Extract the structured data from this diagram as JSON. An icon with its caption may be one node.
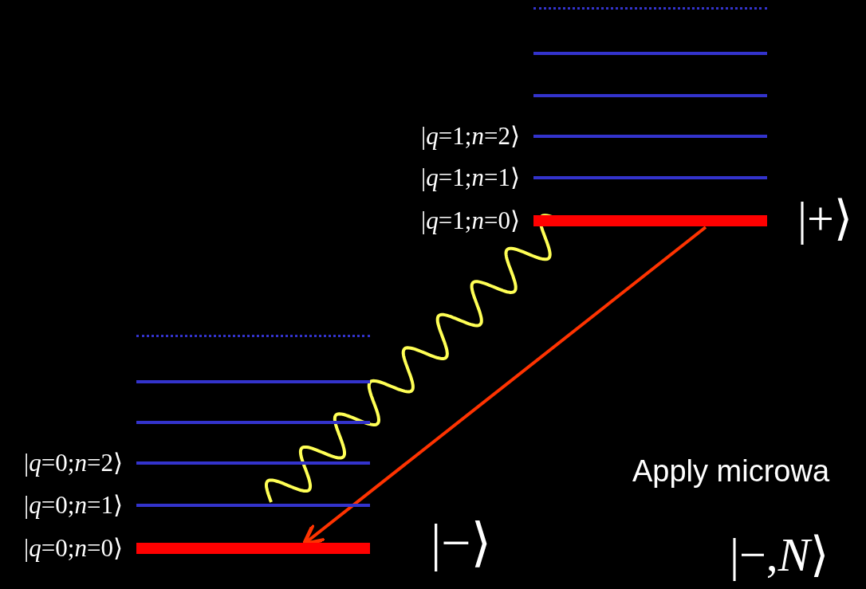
{
  "diagram": {
    "nodes": [
      {
        "text": [],
        "shape": "bar"
      },
      {
        "text": [],
        "shape": "bar"
      },
      {
        "text": [],
        "shape": "bar"
      },
      {
        "text": [
          "|*q*=1;*n*=2⟩"
        ]
      },
      {
        "text": [
          "|*q*=1;*n*=1⟩"
        ]
      },
      {
        "text": [
          "|*q*=1;*n*=0⟩"
        ]
      },
      {
        "text": [],
        "shape": "bar"
      },
      {
        "text": [],
        "shape": "bar"
      },
      {
        "text": [],
        "shape": "bar"
      },
      {
        "text": [
          "|*q*=0;*n*=2⟩"
        ]
      },
      {
        "text": [
          "|*q*=0;*n*=1⟩"
        ]
      },
      {
        "text": [
          "|*q*=0;*n*=0⟩"
        ]
      }
    ],
    "edges": [
      {
        "from": 5,
        "to": 10,
        "arrow": "none",
        "color": "#ffff55"
      },
      {
        "from": 5,
        "to": 11,
        "arrow": "to",
        "color": "#ff3300"
      }
    ],
    "labels": [
      "|+⟩",
      "Apply microwa",
      "|−⟩",
      "|−,*N*⟩"
    ]
  }
}
